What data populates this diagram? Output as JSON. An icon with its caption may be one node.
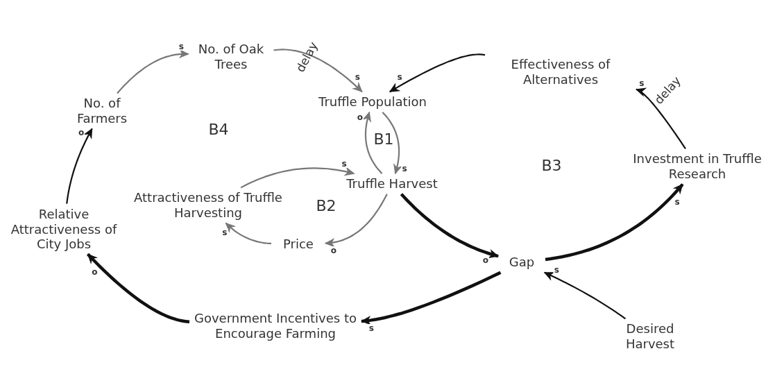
{
  "diagram": {
    "nodes": [
      {
        "text": [
          "No. of Oak Trees"
        ]
      },
      {
        "text": [
          "Effectiveness of Alternatives"
        ]
      },
      {
        "text": [
          "No. of Farmers"
        ]
      },
      {
        "text": [
          "Truffle Population"
        ]
      },
      {
        "text": [
          "Truffle Harvest"
        ]
      },
      {
        "text": [
          "Investment in Truffle Research"
        ]
      },
      {
        "text": [
          "Relative Attractiveness of City Jobs"
        ]
      },
      {
        "text": [
          "Attractiveness of Truffle Harvesting"
        ]
      },
      {
        "text": [
          "Price"
        ]
      },
      {
        "text": [
          "Gap"
        ]
      },
      {
        "text": [
          "Government Incentives to Encourage Farming"
        ]
      },
      {
        "text": [
          "Desired Harvest"
        ]
      }
    ],
    "edges": [
      {
        "from": 2,
        "to": 0,
        "arrow": "to",
        "label": "s",
        "color": "#777777"
      },
      {
        "from": 0,
        "to": 3,
        "arrow": "to",
        "label": "s",
        "color": "#777777"
      },
      {
        "from": 1,
        "to": 3,
        "arrow": "to",
        "label": "s"
      },
      {
        "from": 3,
        "to": 4,
        "arrow": "to",
        "label": "s",
        "color": "#777777"
      },
      {
        "from": 4,
        "to": 3,
        "arrow": "to",
        "label": "o",
        "color": "#777777"
      },
      {
        "from": 7,
        "to": 4,
        "arrow": "to",
        "label": "s",
        "color": "#777777"
      },
      {
        "from": 4,
        "to": 8,
        "arrow": "to",
        "label": "o",
        "color": "#777777"
      },
      {
        "from": 8,
        "to": 7,
        "arrow": "to",
        "label": "s",
        "color": "#777777"
      },
      {
        "from": 4,
        "to": 9,
        "arrow": "to",
        "label": "o",
        "style": "thick"
      },
      {
        "from": 9,
        "to": 5,
        "arrow": "to",
        "label": "s",
        "style": "thick"
      },
      {
        "from": 5,
        "to": 1,
        "arrow": "to",
        "label": "s"
      },
      {
        "from": 11,
        "to": 9,
        "arrow": "to",
        "label": "s"
      },
      {
        "from": 9,
        "to": 10,
        "arrow": "to",
        "label": "s",
        "style": "thick"
      },
      {
        "from": 10,
        "to": 6,
        "arrow": "to",
        "label": "o",
        "style": "thick"
      },
      {
        "from": 6,
        "to": 2,
        "arrow": "to",
        "label": "o"
      }
    ],
    "labels": [
      "delay",
      "delay",
      "B4",
      "B1",
      "B2",
      "B3"
    ]
  }
}
